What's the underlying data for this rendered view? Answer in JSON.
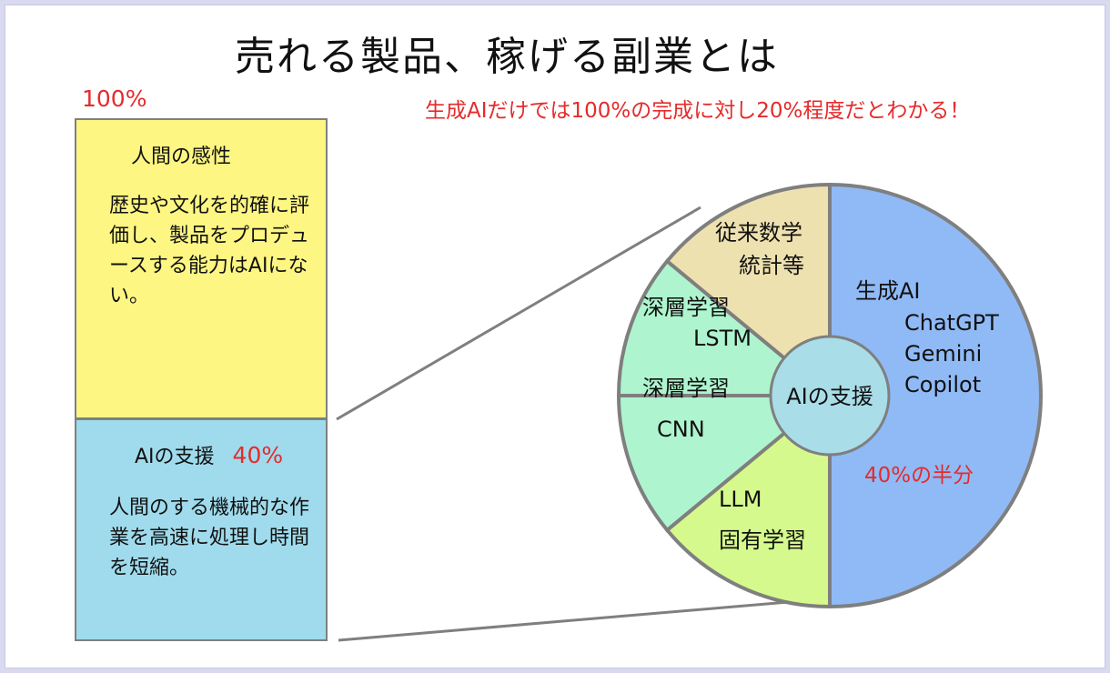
{
  "title": "売れる製品、稼げる副業とは",
  "note": "生成AIだけでは100%の完成に対し20%程度だとわかる！",
  "bar": {
    "top_percent": "100%",
    "human": {
      "heading": "人間の感性",
      "body": "歴史や文化を的確に評価し、製品をプロデュースする能力はAIにない。"
    },
    "ai": {
      "heading": "AIの支援",
      "percent": "40%",
      "body": "人間のする機械的な作業を高速に処理し時間を短縮。"
    }
  },
  "chart_data": {
    "type": "pie",
    "center_label": "AIの支援",
    "slices": [
      {
        "lines": [
          "生成AI",
          "ChatGPT",
          "Gemini",
          "Copilot"
        ],
        "value": 50,
        "color": "#8fbaf5",
        "annotation": "40%の半分"
      },
      {
        "lines": [
          "LLM",
          "固有学習"
        ],
        "value": 14,
        "color": "#d5f98d"
      },
      {
        "lines": [
          "深層学習",
          "CNN"
        ],
        "value": 11,
        "color": "#aef5cf"
      },
      {
        "lines": [
          "深層学習",
          "LSTM"
        ],
        "value": 11,
        "color": "#aef5cf"
      },
      {
        "lines": [
          "従来数学",
          "統計等"
        ],
        "value": 14,
        "color": "#eee1b0"
      }
    ],
    "colors": {
      "annotation": "#e52b2b",
      "center": "#a9dde8",
      "stroke": "#7f7f7f"
    }
  }
}
